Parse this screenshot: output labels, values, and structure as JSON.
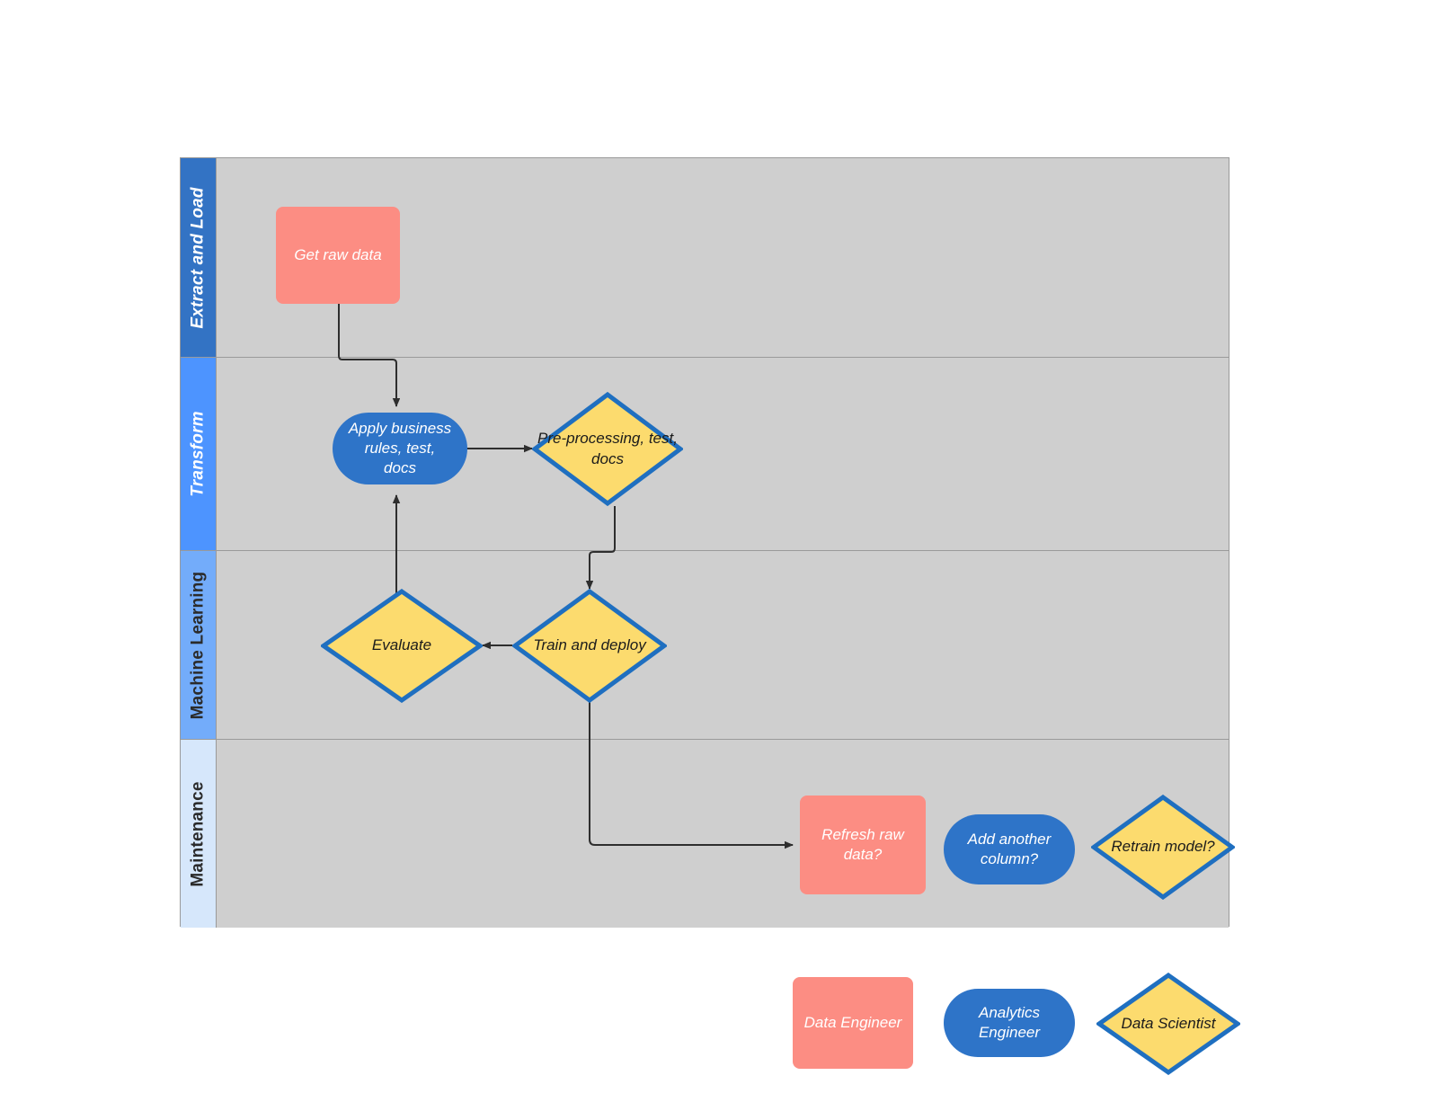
{
  "diagram": {
    "type": "swimlane-flowchart",
    "title": "Data and ML pipeline swimlanes",
    "lane_label_orientation": "vertical"
  },
  "lanes": [
    {
      "id": "extract",
      "label": "Extract and Load",
      "header_color": "#3373C4",
      "label_color": "#FFFFFF",
      "body_color": "#CFCFCF"
    },
    {
      "id": "transform",
      "label": "Transform",
      "header_color": "#4D94FF",
      "label_color": "#FFFFFF",
      "body_color": "#CFCFCF"
    },
    {
      "id": "ml",
      "label": "Machine Learning",
      "header_color": "#73ACFA",
      "label_color": "#2B2B2B",
      "body_color": "#CFCFCF"
    },
    {
      "id": "maint",
      "label": "Maintenance",
      "header_color": "#D6E7FB",
      "label_color": "#2B2B2B",
      "body_color": "#CFCFCF"
    }
  ],
  "nodes": [
    {
      "id": "get-raw-data",
      "label": "Get raw data",
      "shape": "rect",
      "lane": "extract",
      "fill": "#FC8D83",
      "text_color": "#FFFFFF"
    },
    {
      "id": "apply-rules",
      "label": "Apply business rules, test, docs",
      "shape": "rounded",
      "lane": "transform",
      "fill": "#2E74C8",
      "text_color": "#FFFFFF"
    },
    {
      "id": "pre-processing",
      "label": "Pre-processing, test, docs",
      "shape": "diamond",
      "lane": "transform",
      "fill": "#FCDB6E",
      "stroke": "#1F6FC0",
      "text_color": "#1B1B1B"
    },
    {
      "id": "evaluate",
      "label": "Evaluate",
      "shape": "diamond",
      "lane": "ml",
      "fill": "#FCDB6E",
      "stroke": "#1F6FC0",
      "text_color": "#1B1B1B"
    },
    {
      "id": "train-deploy",
      "label": "Train and deploy",
      "shape": "diamond",
      "lane": "ml",
      "fill": "#FCDB6E",
      "stroke": "#1F6FC0",
      "text_color": "#1B1B1B"
    },
    {
      "id": "refresh-raw",
      "label": "Refresh raw data?",
      "shape": "rect",
      "lane": "maint",
      "fill": "#FC8D83",
      "text_color": "#FFFFFF"
    },
    {
      "id": "add-column",
      "label": "Add another column?",
      "shape": "rounded",
      "lane": "maint",
      "fill": "#2E74C8",
      "text_color": "#FFFFFF"
    },
    {
      "id": "retrain-model",
      "label": "Retrain model?",
      "shape": "diamond",
      "lane": "maint",
      "fill": "#FCDB6E",
      "stroke": "#1F6FC0",
      "text_color": "#1B1B1B"
    }
  ],
  "edges": [
    {
      "from": "get-raw-data",
      "to": "apply-rules",
      "style": "orthogonal",
      "arrow": "end"
    },
    {
      "from": "apply-rules",
      "to": "pre-processing",
      "style": "straight",
      "arrow": "end"
    },
    {
      "from": "pre-processing",
      "to": "train-deploy",
      "style": "orthogonal",
      "arrow": "end"
    },
    {
      "from": "train-deploy",
      "to": "evaluate",
      "style": "straight",
      "arrow": "end"
    },
    {
      "from": "evaluate",
      "to": "apply-rules",
      "style": "orthogonal",
      "arrow": "end"
    },
    {
      "from": "train-deploy",
      "to": "refresh-raw",
      "style": "orthogonal",
      "arrow": "end"
    }
  ],
  "legend": {
    "title": "",
    "items": [
      {
        "id": "data-engineer",
        "label": "Data Engineer",
        "shape": "rect",
        "fill": "#FC8D83",
        "text_color": "#FFFFFF"
      },
      {
        "id": "analytics-engineer",
        "label": "Analytics Engineer",
        "shape": "rounded",
        "fill": "#2E74C8",
        "text_color": "#FFFFFF"
      },
      {
        "id": "data-scientist",
        "label": "Data Scientist",
        "shape": "diamond",
        "fill": "#FCDB6E",
        "stroke": "#1F6FC0",
        "text_color": "#1B1B1B"
      }
    ]
  },
  "colors": {
    "lane_body": "#CFCFCF",
    "lane_border": "#9A9A9A",
    "red": "#FC8D83",
    "blue": "#2E74C8",
    "yellow": "#FCDB6E",
    "yellow_stroke": "#1F6FC0",
    "connector": "#2E2E2E"
  }
}
